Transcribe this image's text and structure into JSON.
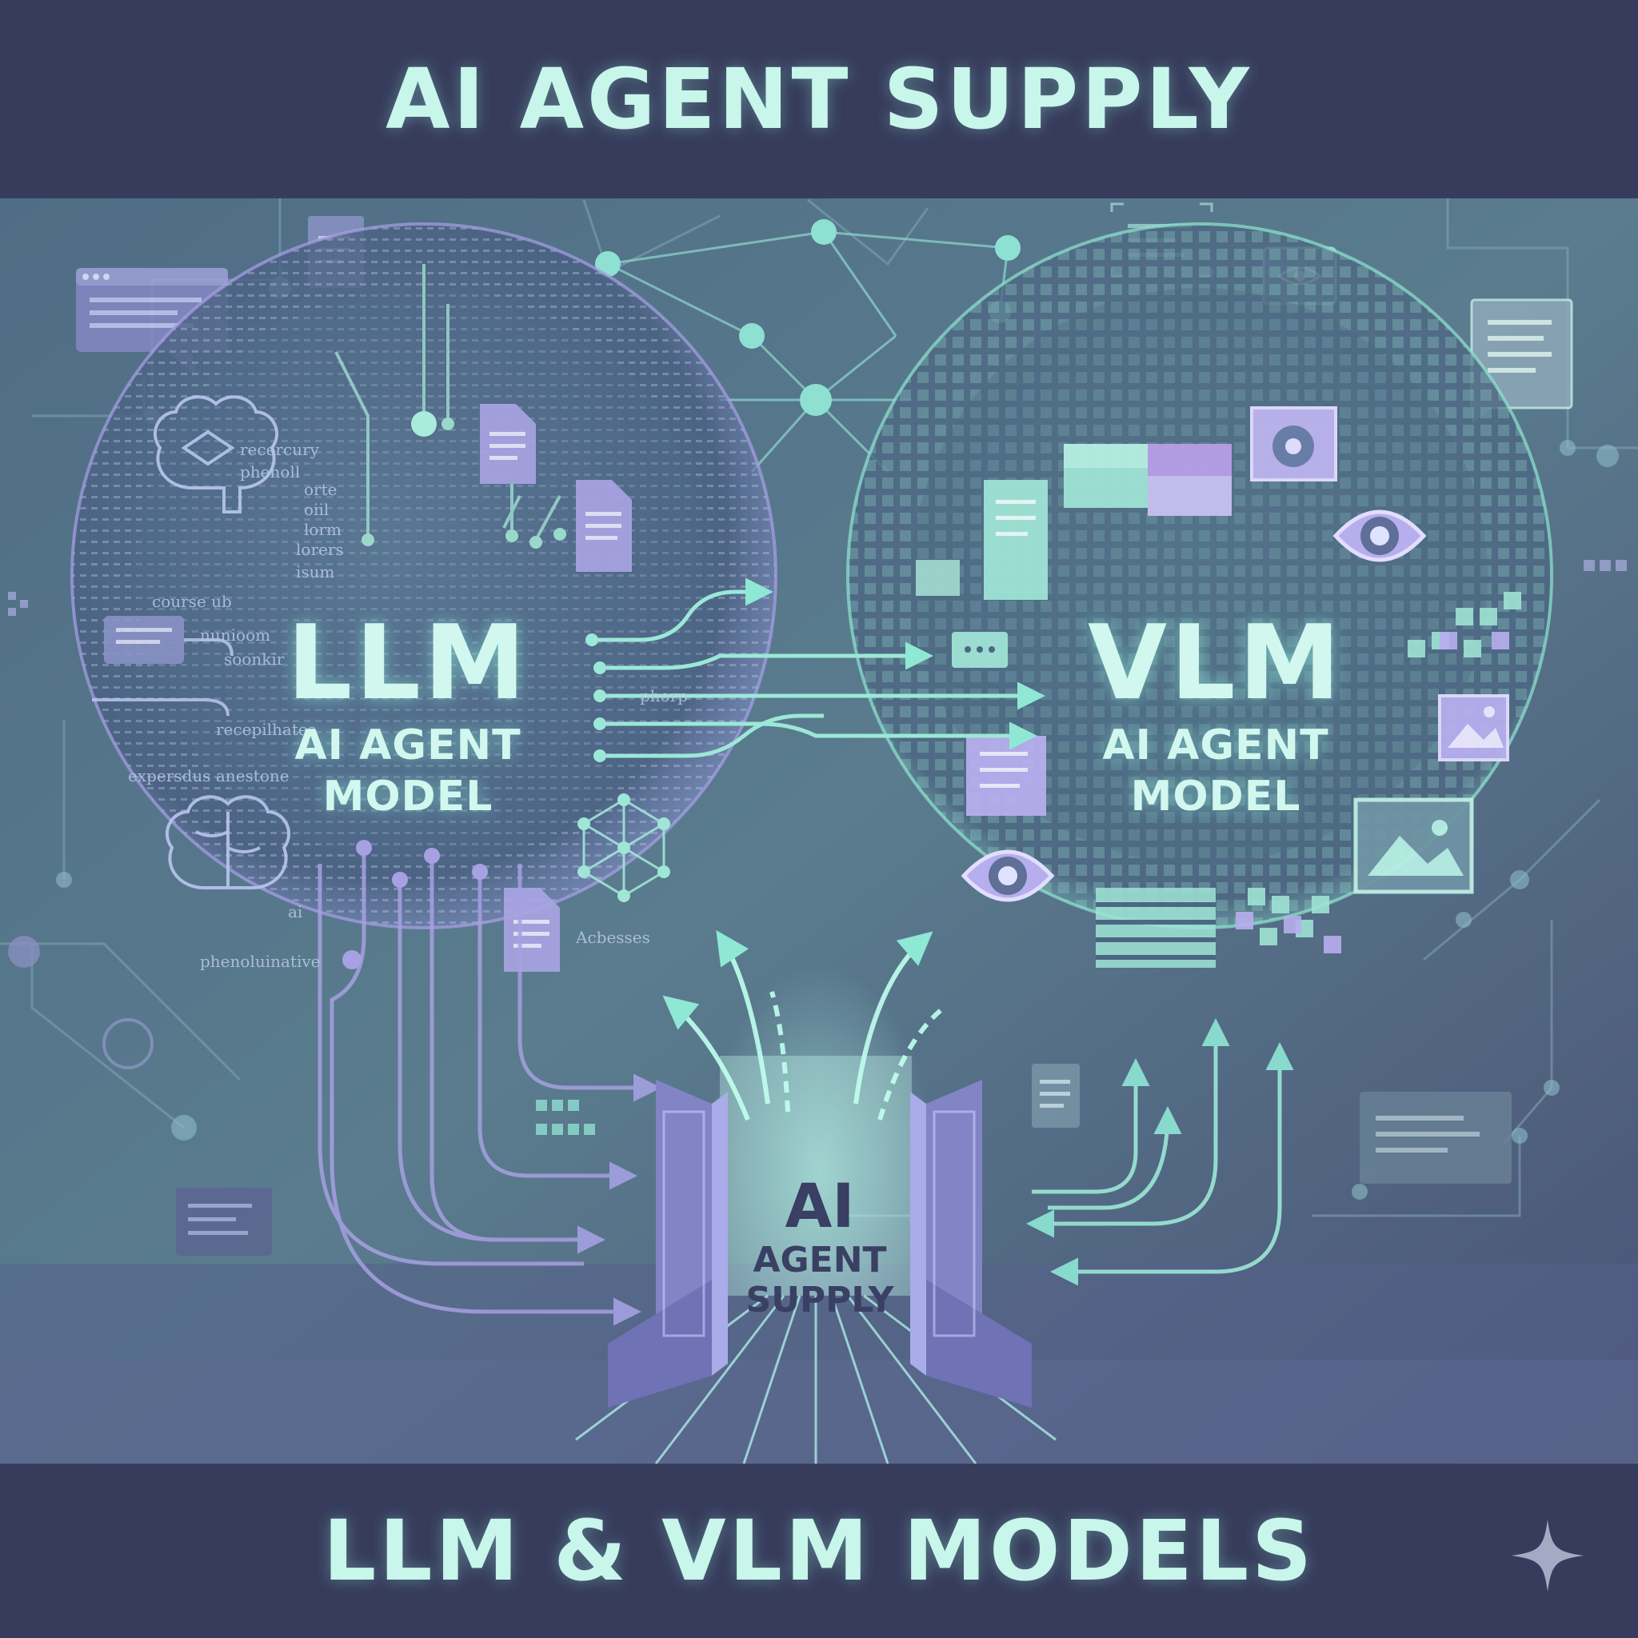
{
  "header": {
    "title": "AI AGENT SUPPLY"
  },
  "footer": {
    "title": "LLM & VLM MODELS"
  },
  "llm": {
    "name": "LLM",
    "line1": "AI AGENT",
    "line2": "MODEL"
  },
  "vlm": {
    "name": "VLM",
    "line1": "AI AGENT",
    "line2": "MODEL"
  },
  "gate": {
    "line1": "AI",
    "line2": "AGENT",
    "line3": "SUPPLY"
  },
  "llm_snippets": [
    "recercury",
    "phenoll",
    "orte",
    "oiil",
    "lorm",
    "lorers",
    "isum",
    "course ub",
    "nunioom",
    "soonkir",
    "phorp",
    "recepilhates",
    "expersdus anestone",
    "ai",
    "Acbesses",
    "phenoluinative"
  ],
  "colors": {
    "mint": "#8ee8d4",
    "lavender": "#a79fe0",
    "navy": "#373c5c",
    "text": "#c8f6ea"
  }
}
